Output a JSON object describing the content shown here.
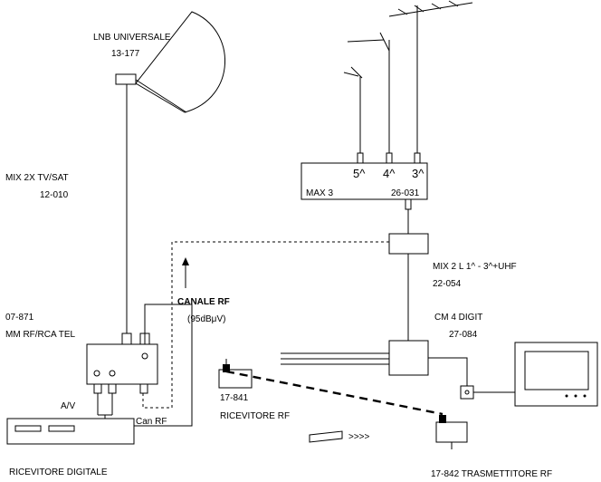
{
  "labels": {
    "lnb_title": "LNB UNIVERSALE",
    "lnb_code": "13-177",
    "mix_tv_sat": "MIX 2X TV/SAT",
    "mix_tv_sat_code": "12-010",
    "max3_ports": [
      "5^",
      "4^",
      "3^"
    ],
    "max3_name": "MAX 3",
    "max3_code": "26-031",
    "mix2l": "MIX 2 L  1^ - 3^+UHF",
    "mix2l_code": "22-054",
    "canale_rf": "CANALE RF",
    "canale_rf_level": "(95dBμV)",
    "mm_code": "07-871",
    "mm_name": "MM RF/RCA TEL",
    "cm4": "CM 4 DIGIT",
    "cm4_code": "27-084",
    "av": "A/V",
    "can_rf": "Can RF",
    "rx_rf_code": "17-841",
    "rx_rf_name": "RICEVITORE RF",
    "tx_rf": "17-842  TRASMETTITORE RF",
    "ricevitore_digitale": "RICEVITORE DIGITALE",
    "remote_arrows": ">>>>"
  }
}
